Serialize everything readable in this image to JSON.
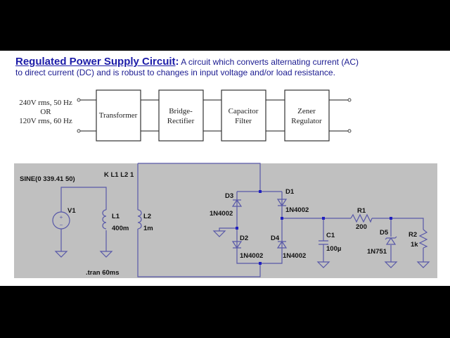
{
  "title": {
    "heading": "Regulated Power Supply Circuit",
    "colon": ":",
    "line1": " A circuit which converts alternating current (AC)",
    "line2": "to direct current (DC) and is robust to changes in input voltage and/or load resistance."
  },
  "block_diagram": {
    "input_labels": [
      "240V rms, 50 Hz",
      "OR",
      "120V rms, 60 Hz"
    ],
    "blocks": [
      {
        "lines": [
          "Transformer"
        ]
      },
      {
        "lines": [
          "Bridge-",
          "Rectifier"
        ]
      },
      {
        "lines": [
          "Capacitor",
          "Filter"
        ]
      },
      {
        "lines": [
          "Zener",
          "Regulator"
        ]
      }
    ]
  },
  "schematic": {
    "source_spec": "SINE(0 339.41 50)",
    "coupling": "K L1 L2 1",
    "sim_directive": ".tran 60ms",
    "components": {
      "V1": {
        "name": "V1"
      },
      "L1": {
        "name": "L1",
        "value": "400m"
      },
      "L2": {
        "name": "L2",
        "value": "1m"
      },
      "D1": {
        "name": "D1",
        "value": "1N4002"
      },
      "D2": {
        "name": "D2",
        "value": "1N4002"
      },
      "D3": {
        "name": "D3",
        "value": "1N4002"
      },
      "D4": {
        "name": "D4",
        "value": "1N4002"
      },
      "C1": {
        "name": "C1",
        "value": "100µ"
      },
      "R1": {
        "name": "R1",
        "value": "200"
      },
      "D5": {
        "name": "D5",
        "value": "1N751"
      },
      "R2": {
        "name": "R2",
        "value": "1k"
      }
    },
    "colors": {
      "wire": "#5858a8",
      "background": "#c0c0c0"
    }
  }
}
